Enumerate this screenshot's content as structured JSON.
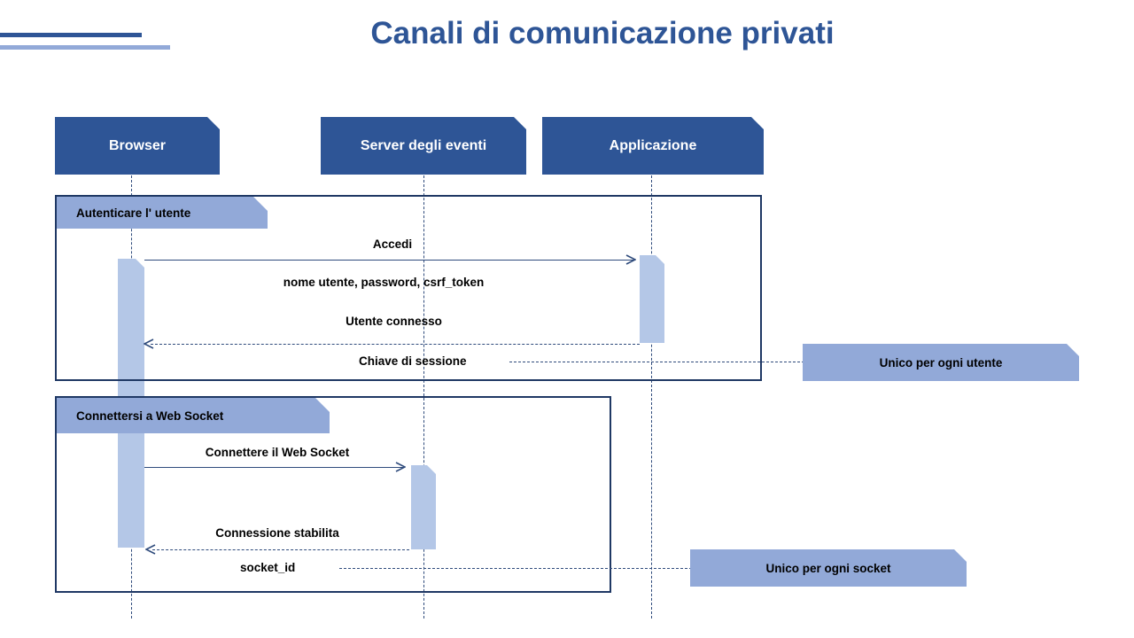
{
  "slide": {
    "title": "Canali di comunicazione privati",
    "accent_dark": "#2E5596",
    "accent_light": "#92A9D8",
    "activation_color": "#B4C7E7",
    "frame_color": "#1F3864"
  },
  "participants": [
    {
      "name": "Browser",
      "label": "Browser"
    },
    {
      "name": "Server degli eventi",
      "label": "Server degli eventi"
    },
    {
      "name": "Applicazione",
      "label": "Applicazione"
    }
  ],
  "fragments": [
    {
      "label": "Autenticare l' utente"
    },
    {
      "label": "Connettersi a Web Socket"
    }
  ],
  "messages": [
    {
      "label": "Accedi",
      "kind": "call"
    },
    {
      "label": "nome utente, password, csrf_token",
      "kind": "argument"
    },
    {
      "label": "Utente connesso",
      "kind": "return"
    },
    {
      "label": "Chiave di sessione",
      "kind": "note-link"
    },
    {
      "label": "Connettere il Web Socket",
      "kind": "call"
    },
    {
      "label": "Connessione stabilita",
      "kind": "return"
    },
    {
      "label": "socket_id",
      "kind": "note-link"
    }
  ],
  "notes": [
    {
      "label": "Unico per ogni utente"
    },
    {
      "label": "Unico per ogni socket"
    }
  ]
}
